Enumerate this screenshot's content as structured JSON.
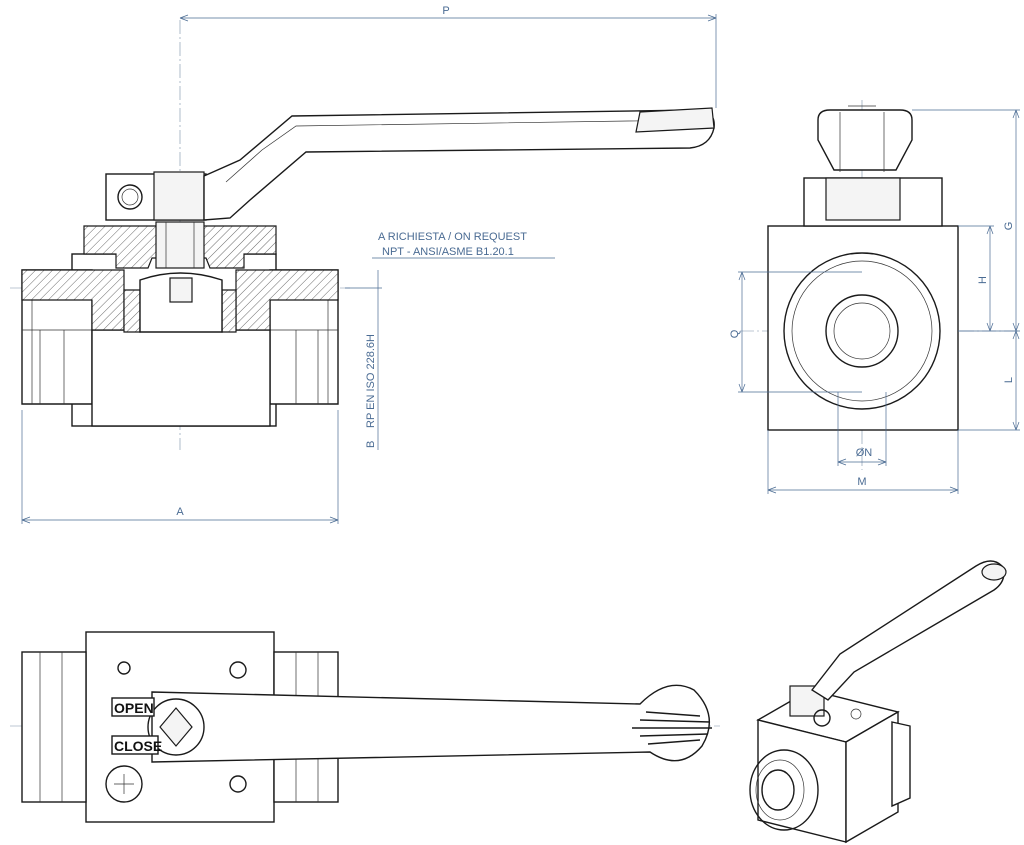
{
  "dimensions": {
    "P": "P",
    "A": "A",
    "G": "G",
    "H": "H",
    "L": "L",
    "Q": "Q",
    "M": "M",
    "N": "ØN"
  },
  "notes": {
    "line1": "A RICHIESTA / ON REQUEST",
    "line2": "NPT - ANSI/ASME B1.20.1",
    "thread_b": "B",
    "thread_spec": "RP EN ISO 228.6H"
  },
  "handle_labels": {
    "open": "OPEN",
    "close": "CLOSE"
  }
}
